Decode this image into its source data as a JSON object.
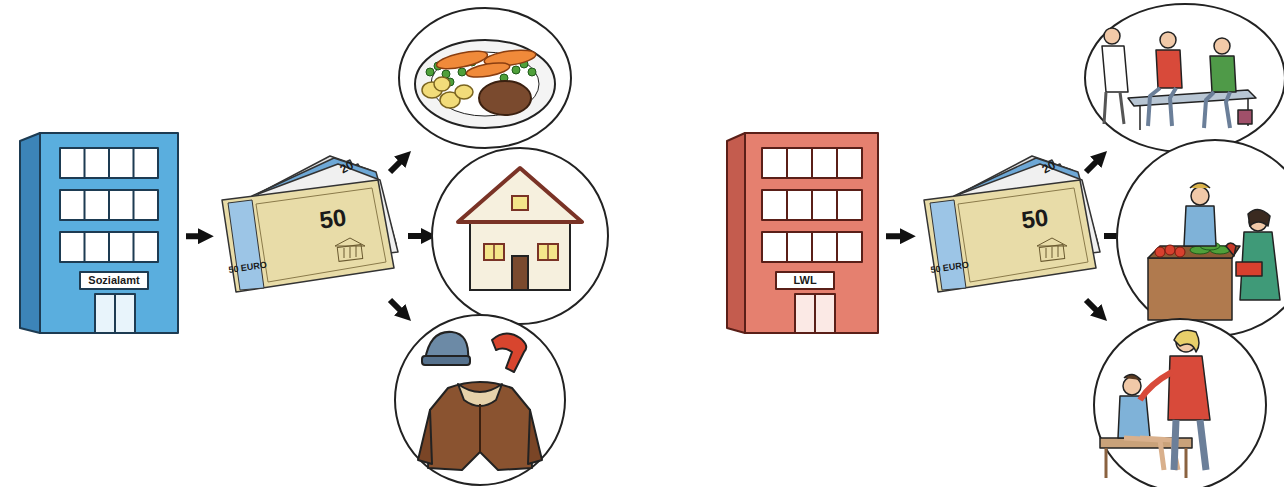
{
  "diagram": {
    "nodes": [
      {
        "text": [
          "Sozialamt"
        ]
      },
      {
        "text": [
          "20",
          "50",
          "50 EURO"
        ]
      },
      {
        "text": [
          "LWL"
        ]
      },
      {
        "text": [
          "20",
          "50",
          "50 EURO"
        ]
      }
    ],
    "edges": [
      {
        "from": 0,
        "to": 1,
        "arrow": "to"
      },
      {
        "from": 2,
        "to": 3,
        "arrow": "to"
      }
    ]
  }
}
